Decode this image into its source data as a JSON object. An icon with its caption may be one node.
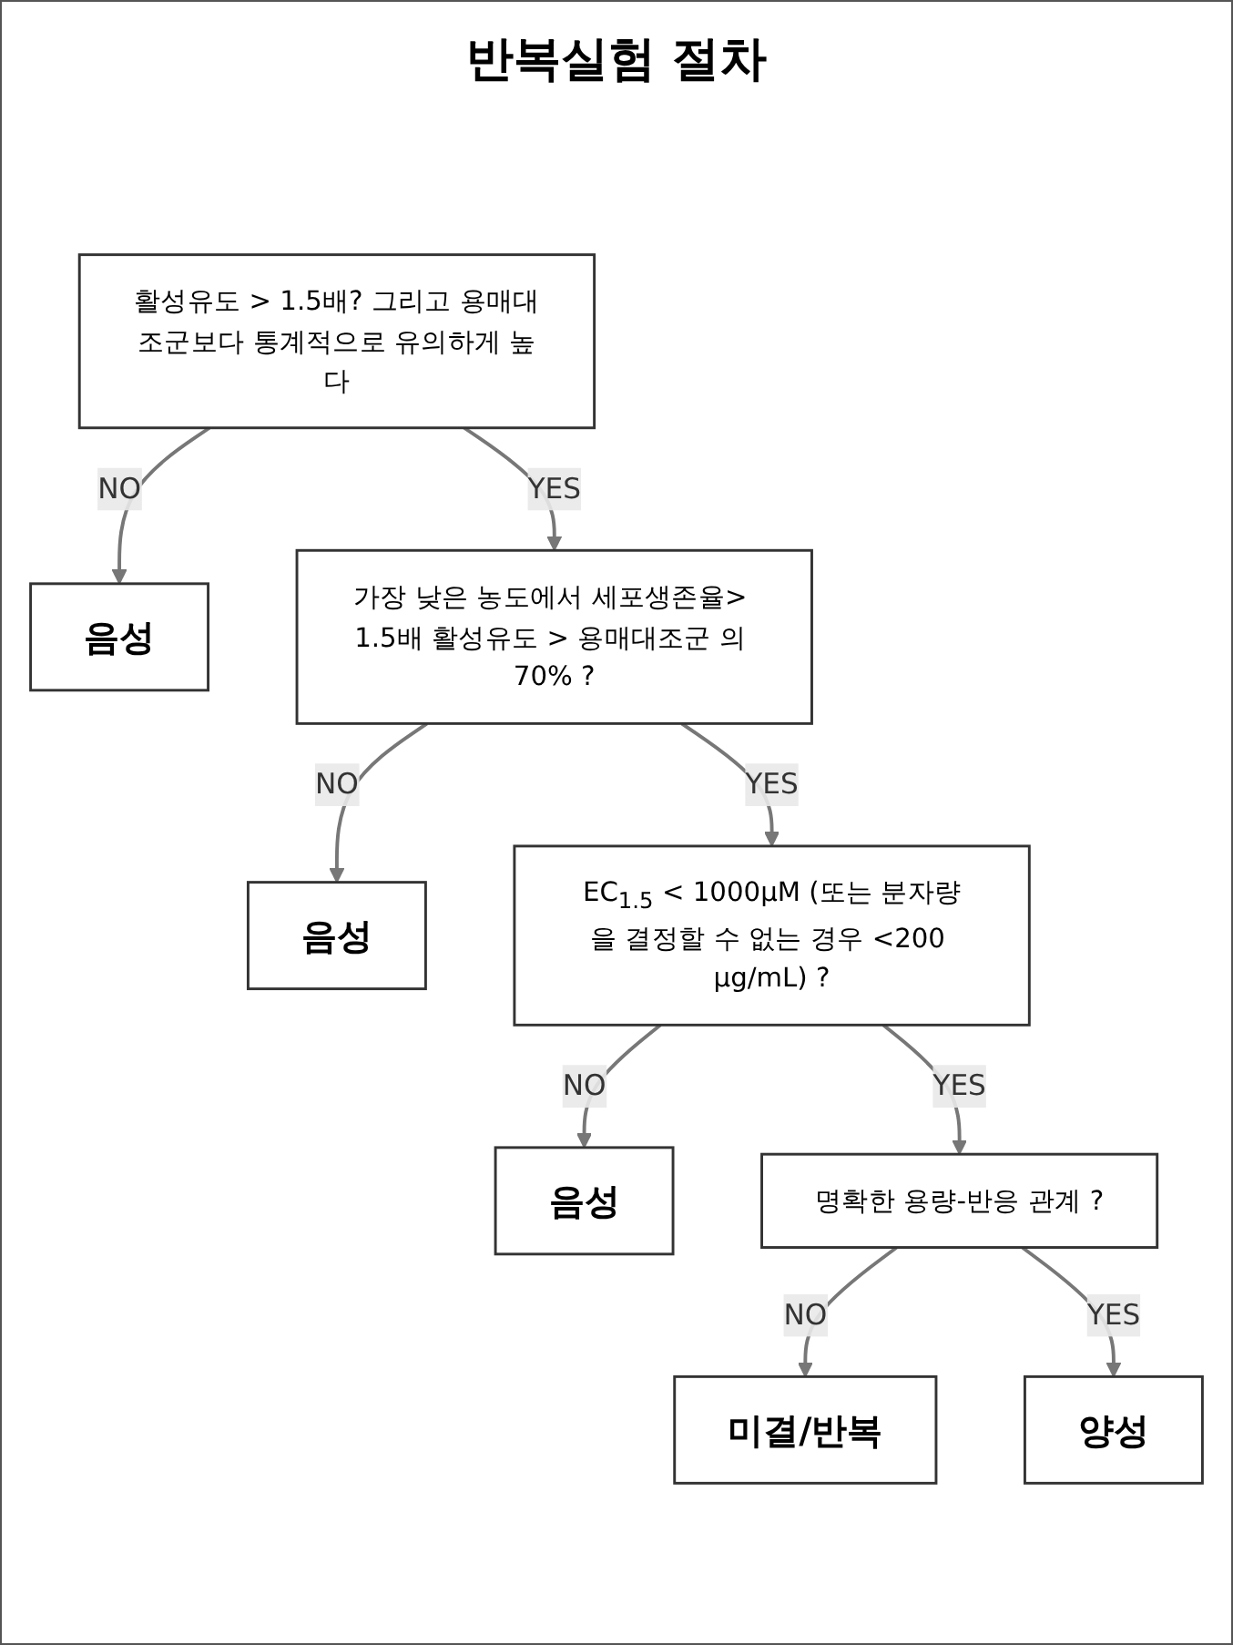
{
  "diagram": {
    "title": "반복실험 절차",
    "nodes": [
      {
        "text": [
          "활성유도 > 1.5배? 그리고 용매대조군보다 통계적으로 유의하게 높다"
        ]
      },
      {
        "text": [
          "음성"
        ]
      },
      {
        "text": [
          "가장 낮은 농도에서 세포생존율> 1.5배 활성유도 > 용매대조군 의 70% ?"
        ]
      },
      {
        "text": [
          "음성"
        ]
      },
      {
        "text": [
          "EC$_{1.5}$ < 1000μM (또는 분자량을 결정할 수 없는 경우 <200 μg/mL) ?"
        ]
      },
      {
        "text": [
          "음성"
        ]
      },
      {
        "text": [
          "명확한 용량-반응 관계 ?"
        ]
      },
      {
        "text": [
          "미결/반복"
        ]
      },
      {
        "text": [
          "양성"
        ]
      }
    ],
    "edges": [
      {
        "from": 0,
        "to": 1,
        "arrow": "to",
        "label": "NO"
      },
      {
        "from": 0,
        "to": 2,
        "arrow": "to",
        "label": "YES"
      },
      {
        "from": 2,
        "to": 3,
        "arrow": "to",
        "label": "NO"
      },
      {
        "from": 2,
        "to": 4,
        "arrow": "to",
        "label": "YES"
      },
      {
        "from": 4,
        "to": 5,
        "arrow": "to",
        "label": "NO"
      },
      {
        "from": 4,
        "to": 6,
        "arrow": "to",
        "label": "YES"
      },
      {
        "from": 6,
        "to": 7,
        "arrow": "to",
        "label": "NO"
      },
      {
        "from": 6,
        "to": 8,
        "arrow": "to",
        "label": "YES"
      }
    ]
  }
}
